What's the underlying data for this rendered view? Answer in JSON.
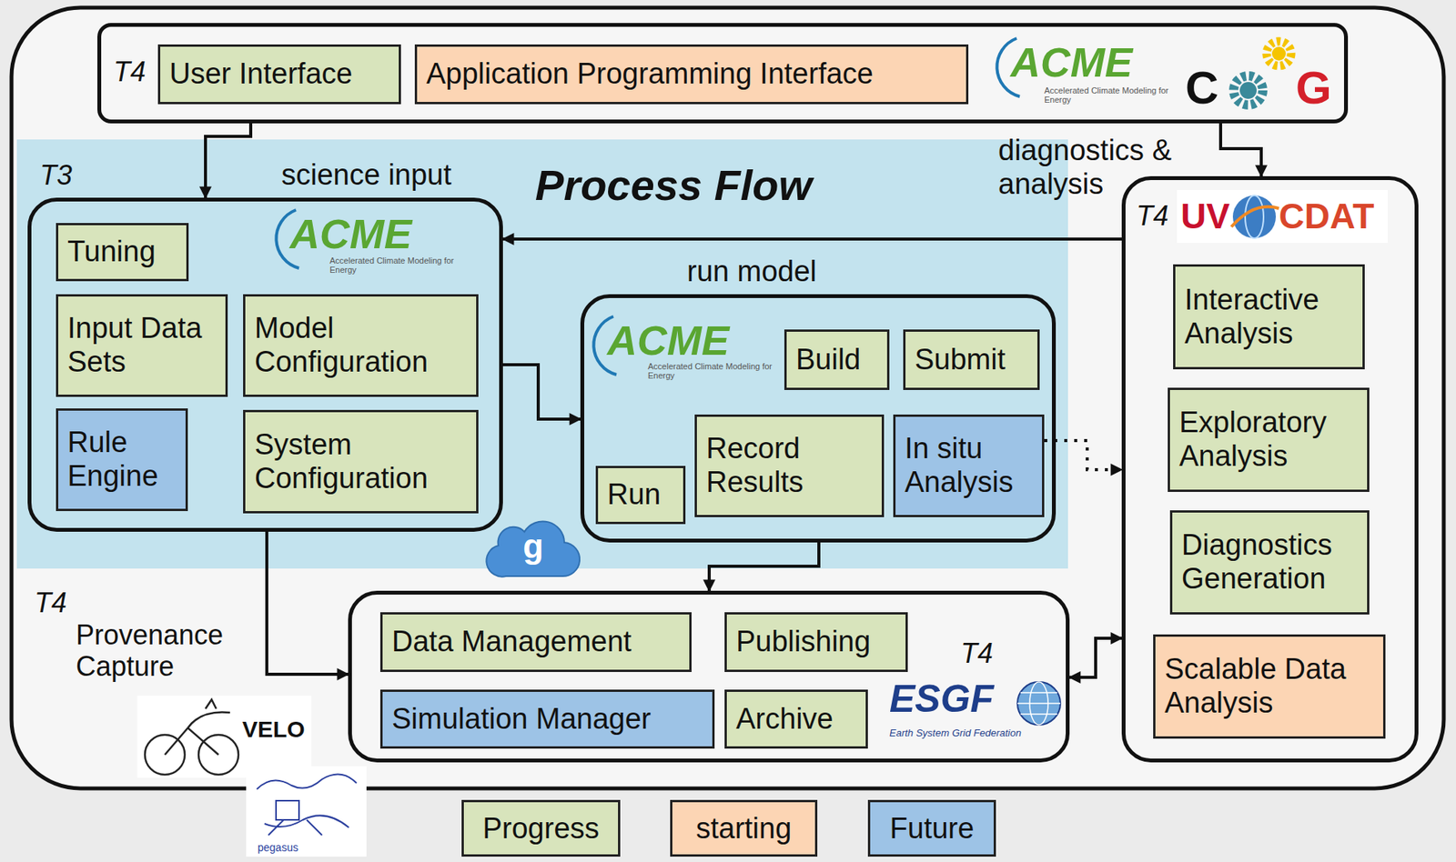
{
  "diagram": {
    "title": "Process Flow",
    "nodes": [
      {
        "text": [
          "T4"
        ]
      },
      {
        "text": [
          "User Interface"
        ],
        "in": 0
      },
      {
        "text": [
          "Application Programming Interface"
        ],
        "in": 0
      },
      {
        "text": [
          "T3",
          "Process Flow"
        ]
      },
      {
        "text": [
          "science input"
        ],
        "in": 3
      },
      {
        "text": [
          "Tuning"
        ],
        "in": 4
      },
      {
        "text": [
          "Input Data Sets"
        ],
        "in": 4
      },
      {
        "text": [
          "Model Configuration"
        ],
        "in": 4
      },
      {
        "text": [
          "Rule Engine"
        ],
        "in": 4
      },
      {
        "text": [
          "System Configuration"
        ],
        "in": 4
      },
      {
        "text": [
          "run model"
        ],
        "in": 3
      },
      {
        "text": [
          "Build"
        ],
        "in": 10
      },
      {
        "text": [
          "Submit"
        ],
        "in": 10
      },
      {
        "text": [
          "Run"
        ],
        "in": 10
      },
      {
        "text": [
          "Record Results"
        ],
        "in": 10
      },
      {
        "text": [
          "In situ Analysis"
        ],
        "in": 10
      },
      {
        "text": [
          "diagnostics & analysis",
          "T4"
        ]
      },
      {
        "text": [
          "Interactive Analysis"
        ],
        "in": 16
      },
      {
        "text": [
          "Exploratory Analysis"
        ],
        "in": 16
      },
      {
        "text": [
          "Diagnostics Generation"
        ],
        "in": 16
      },
      {
        "text": [
          "Scalable Data Analysis"
        ],
        "in": 16
      },
      {
        "text": [
          "T4"
        ]
      },
      {
        "text": [
          "Data Management"
        ],
        "in": 21
      },
      {
        "text": [
          "Publishing"
        ],
        "in": 21
      },
      {
        "text": [
          "Simulation Manager"
        ],
        "in": 21
      },
      {
        "text": [
          "Archive"
        ],
        "in": 21
      }
    ],
    "edges": [
      {
        "from": 0,
        "to": 4,
        "arrow": "to"
      },
      {
        "from": 0,
        "to": 16,
        "arrow": "to"
      },
      {
        "from": 16,
        "to": 4,
        "arrow": "to"
      },
      {
        "from": 4,
        "to": 10,
        "arrow": "to"
      },
      {
        "from": 10,
        "to": 21,
        "arrow": "to"
      },
      {
        "from": 4,
        "to": 21,
        "arrow": "to"
      },
      {
        "from": 21,
        "to": 16,
        "arrow": "both"
      },
      {
        "from": 15,
        "to": 16,
        "arrow": "to"
      }
    ],
    "labels": [
      "ACME",
      "Accelerated Climate Modeling for Energy",
      "C",
      "G",
      "ACME",
      "Accelerated Climate Modeling for Energy",
      "ACME",
      "Accelerated Climate Modeling for Energy",
      "UV",
      "CDAT",
      "ESGF",
      "Earth System Grid Federation",
      "T4",
      "Provenance Capture",
      "VELO",
      "pegasus",
      "g"
    ],
    "legend": [
      {
        "text": "Progress",
        "color": "#d8e4bc"
      },
      {
        "text": "starting",
        "color": "#fcd5b4"
      },
      {
        "text": "Future",
        "color": "#9dc3e6"
      }
    ]
  }
}
